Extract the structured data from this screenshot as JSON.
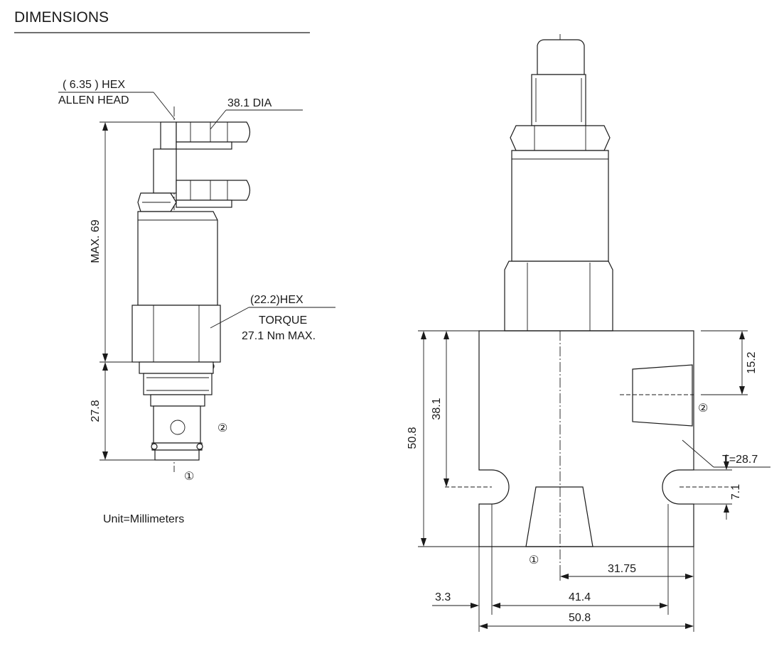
{
  "header": {
    "title": "DIMENSIONS"
  },
  "left_view": {
    "hex_label_1": "( 6.35 ) HEX",
    "hex_label_2": "ALLEN HEAD",
    "dia_label": "38.1 DIA",
    "max_height": "MAX. 69",
    "hex22_label": "(22.2)HEX",
    "torque_label": "TORQUE",
    "torque_value": "27.1 Nm MAX.",
    "cartridge_length": "27.8",
    "port1": "①",
    "port2": "②",
    "unit_note": "Unit=Millimeters"
  },
  "right_view": {
    "dim_15_2": "15.2",
    "dim_38_1": "38.1",
    "dim_50_8_v": "50.8",
    "dim_7_1": "7.1",
    "dim_t": "T=28.7",
    "dim_31_75": "31.75",
    "dim_3_3": "3.3",
    "dim_41_4": "41.4",
    "dim_50_8_h": "50.8",
    "port1": "①",
    "port2": "②"
  }
}
